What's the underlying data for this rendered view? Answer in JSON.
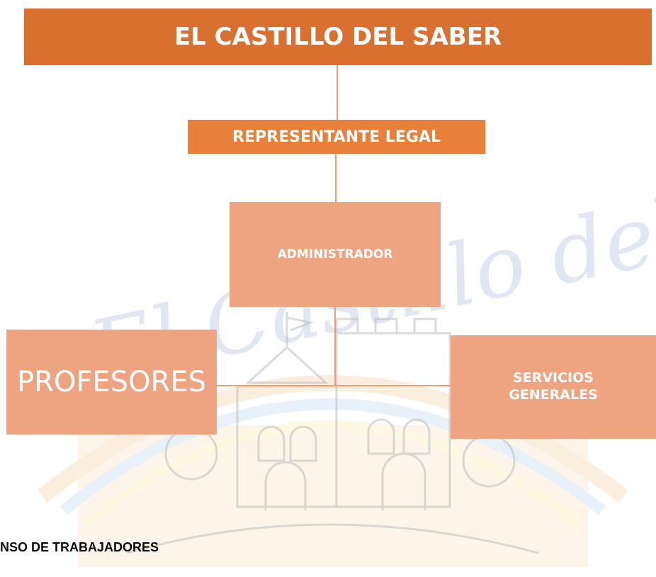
{
  "org_chart": {
    "top": "EL CASTILLO DEL SABER",
    "legal": "REPRESENTANTE LEGAL",
    "admin": "ADMINISTRADOR",
    "profesores": "PROFESORES",
    "servicios": "SERVICIOS GENERALES"
  },
  "watermark": {
    "script_text": "El Castillo del Saber",
    "icon": "castle-with-children-and-open-book"
  },
  "footer": {
    "text": "NSO DE TRABAJADORES"
  },
  "colors": {
    "top_box": "#d9702f",
    "legal_box": "#e8803a",
    "light_box": "#eea480",
    "connector": "#e7a078"
  }
}
